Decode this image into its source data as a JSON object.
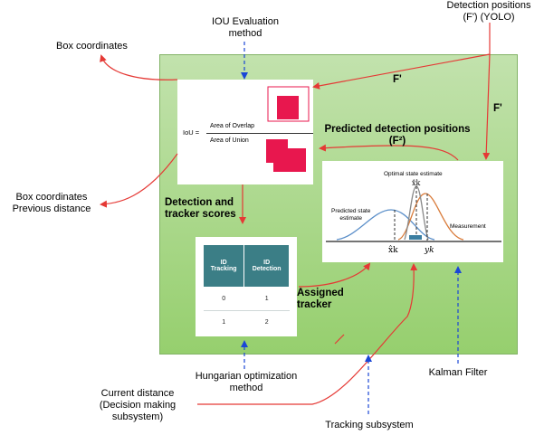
{
  "labels": {
    "detection_positions": "Detection positions\n(F') (YOLO)",
    "iou_method": "IOU Evaluation\nmethod",
    "box_coordinates": "Box coordinates",
    "f1_top": "F'",
    "f1_right": "F'",
    "predicted_positions": "Predicted detection positions\n(F²)",
    "box_coords_prev": "Box coordinates\nPrevious distance",
    "detection_scores": "Detection and\ntracker scores",
    "assigned_tracker": "Assigned\ntracker",
    "hungarian": "Hungarian optimization\nmethod",
    "kalman": "Kalman Filter",
    "current_distance": "Current distance\n(Decision making\nsubsystem)",
    "tracking_subsystem": "Tracking subsystem"
  },
  "iou_panel": {
    "prefix": "IoU =",
    "numerator": "Area of Overlap",
    "denominator": "Area of Union"
  },
  "tracking_table": {
    "headers": [
      "ID\nTracking",
      "ID\nDetection"
    ],
    "rows": [
      [
        "0",
        "1"
      ],
      [
        "1",
        "2"
      ]
    ]
  },
  "kalman_panel": {
    "optimal": "Optimal state estimate",
    "predicted": "Predicted state\nestimate",
    "measurement": "Measurement",
    "xhat_top": "x̂k",
    "xhat_bottom": "x̂k",
    "yk": "yk"
  },
  "colors": {
    "subsystem_fill_top": "#c2e2ad",
    "subsystem_fill_bottom": "#96cf6e",
    "arrow_red": "#e53935",
    "arrow_blue": "#1a46d6",
    "table_header": "#3b7e86",
    "iou_square": "#e8174e"
  }
}
